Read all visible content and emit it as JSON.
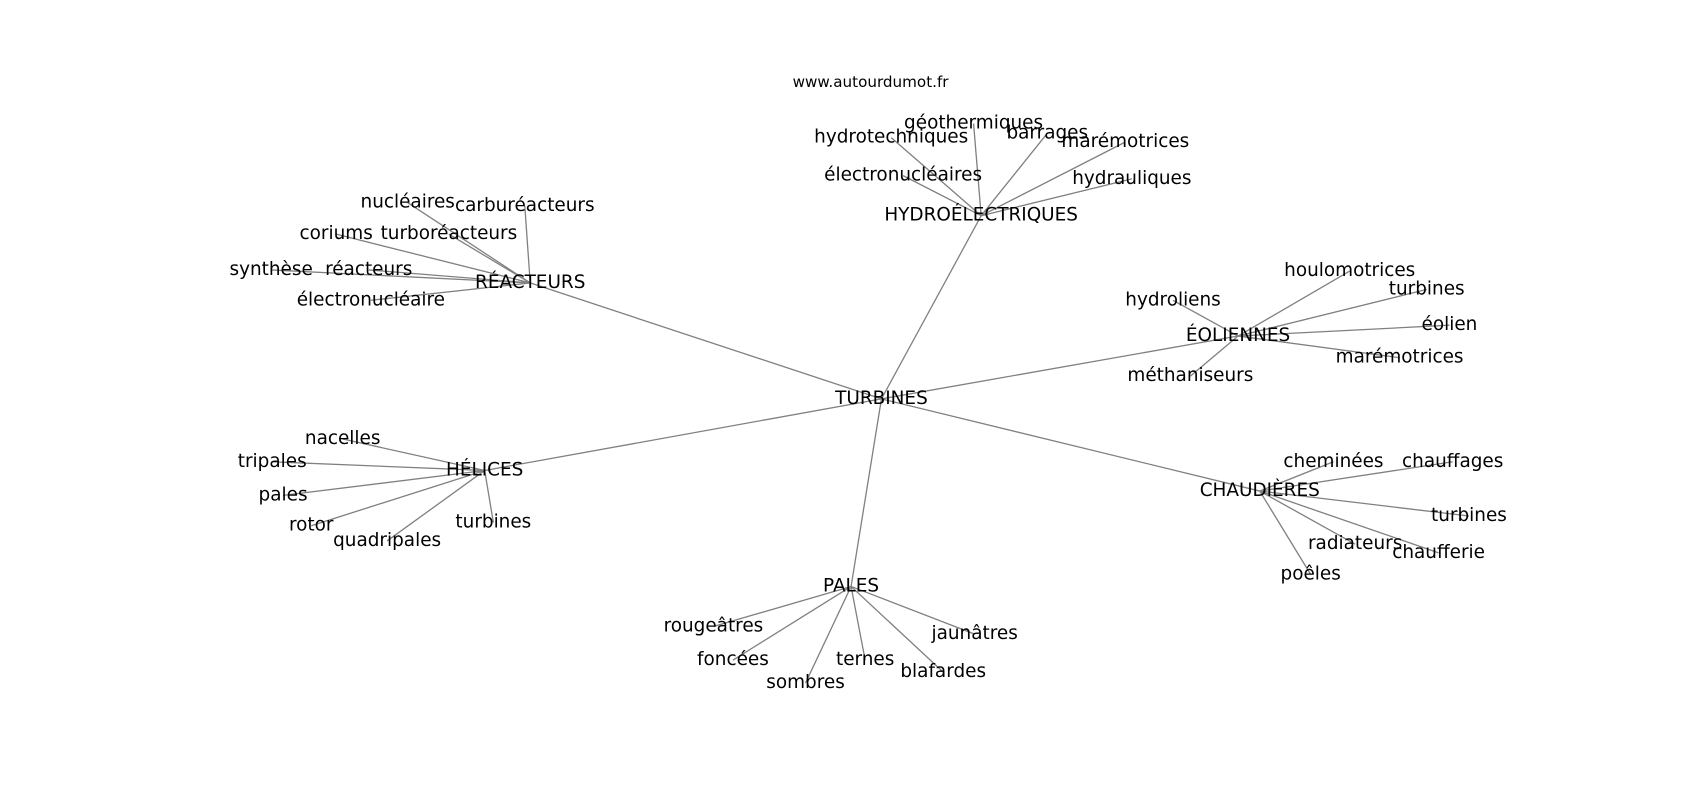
{
  "title": "www.autourdumot.fr",
  "center": "TURBINES",
  "edge_color": "#808080",
  "clusters": [
    {
      "label": "RÉACTEURS",
      "leaves": [
        "nucléaires",
        "carburéacteurs",
        "coriums",
        "turboréacteurs",
        "synthèse",
        "réacteurs",
        "électronucléaire"
      ]
    },
    {
      "label": "HYDROÉLECTRIQUES",
      "leaves": [
        "hydrotechniques",
        "géothermiques",
        "barrages",
        "marémotrices",
        "électronucléaires",
        "hydrauliques"
      ]
    },
    {
      "label": "ÉOLIENNES",
      "leaves": [
        "houlomotrices",
        "turbines",
        "éolien",
        "marémotrices",
        "hydroliens",
        "méthaniseurs"
      ]
    },
    {
      "label": "CHAUDIÈRES",
      "leaves": [
        "cheminées",
        "chauffages",
        "turbines",
        "radiateurs",
        "chaufferie",
        "poêles"
      ]
    },
    {
      "label": "PALES",
      "leaves": [
        "rougeâtres",
        "foncées",
        "sombres",
        "ternes",
        "blafardes",
        "jaunâtres"
      ]
    },
    {
      "label": "HÉLICES",
      "leaves": [
        "nacelles",
        "tripales",
        "pales",
        "rotor",
        "quadripales",
        "turbines"
      ]
    }
  ]
}
